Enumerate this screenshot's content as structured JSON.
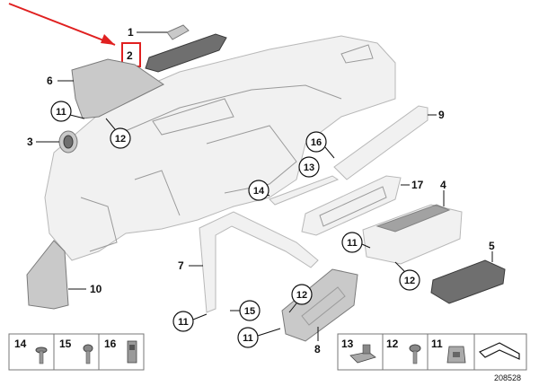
{
  "callouts": {
    "c1": "1",
    "c2": "2",
    "c3": "3",
    "c4": "4",
    "c5": "5",
    "c6": "6",
    "c7": "7",
    "c8": "8",
    "c9": "9",
    "c10": "10",
    "c14": "14",
    "c17": "17"
  },
  "circle_callouts": {
    "a11": "11",
    "a12": "12",
    "a16": "16",
    "a13": "13",
    "b11": "11",
    "b12": "12",
    "c11": "11",
    "c15": "15",
    "d12": "12",
    "d11": "11"
  },
  "parts_boxes": [
    {
      "label": "14"
    },
    {
      "label": "15"
    },
    {
      "label": "16"
    },
    {
      "label": "13"
    },
    {
      "label": "12"
    },
    {
      "label": "11"
    },
    {
      "label": ""
    }
  ],
  "ref_number": "208528",
  "colors": {
    "highlight": "#e02020",
    "arrow": "#e02020"
  }
}
